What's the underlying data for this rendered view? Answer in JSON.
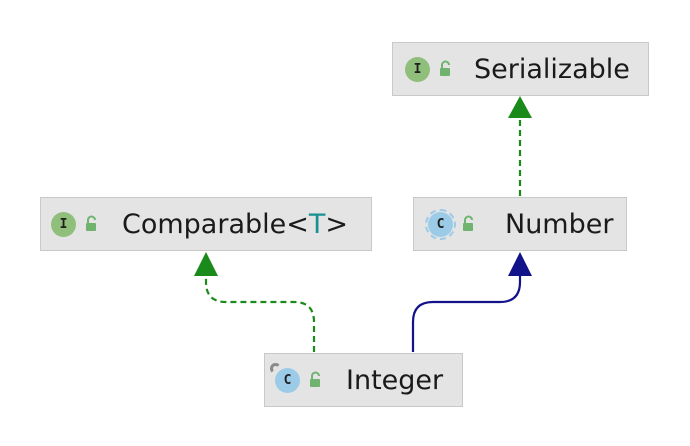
{
  "nodes": {
    "serializable": {
      "name": "Serializable",
      "kind_letter": "I",
      "kind": "interface",
      "visibility": "public"
    },
    "comparable": {
      "name": "Comparable",
      "open": "<",
      "type_param": "T",
      "close": ">",
      "kind_letter": "I",
      "kind": "interface",
      "visibility": "public"
    },
    "number": {
      "name": "Number",
      "kind_letter": "C",
      "kind": "abstract-class",
      "visibility": "public"
    },
    "integer": {
      "name": "Integer",
      "kind_letter": "C",
      "kind": "final-class",
      "visibility": "public"
    }
  },
  "edges": [
    {
      "from": "integer",
      "to": "comparable",
      "relation": "implements",
      "style": "dashed",
      "color": "#1a8a1a"
    },
    {
      "from": "integer",
      "to": "number",
      "relation": "extends",
      "style": "solid",
      "color": "#12128a"
    },
    {
      "from": "number",
      "to": "serializable",
      "relation": "implements",
      "style": "dashed",
      "color": "#1a8a1a"
    }
  ],
  "colors": {
    "implements": "#1a8a1a",
    "extends": "#12128a",
    "node_fill": "#e4e4e4",
    "interface_icon": "#8fbf7a",
    "class_icon": "#9ccbe8",
    "lock": "#6fb36f",
    "type_param": "#1a8f8f"
  },
  "icons": [
    "interface-icon",
    "class-icon",
    "abstract-class-icon",
    "final-class-icon",
    "unlocked-lock-icon"
  ]
}
